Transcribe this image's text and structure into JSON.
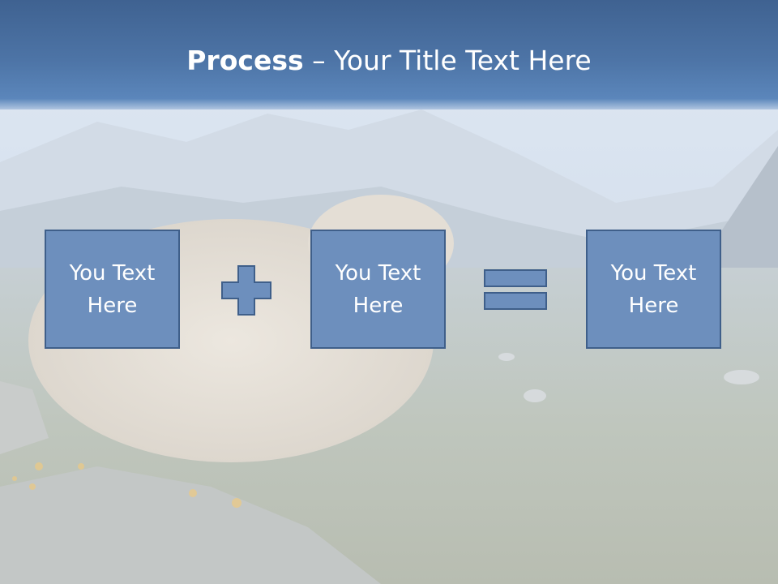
{
  "slide": {
    "title_bold": "Process",
    "title_rest": " – Your Title Text Here",
    "boxes": [
      {
        "label": "You Text Here"
      },
      {
        "label": "You Text Here"
      },
      {
        "label": "You Text Here"
      }
    ],
    "operators": [
      "plus-icon",
      "equals-icon"
    ]
  },
  "colors": {
    "header": "#4d74a6",
    "box_fill": "#6d8fbd",
    "box_border": "#3f5f8a",
    "text": "#ffffff"
  }
}
